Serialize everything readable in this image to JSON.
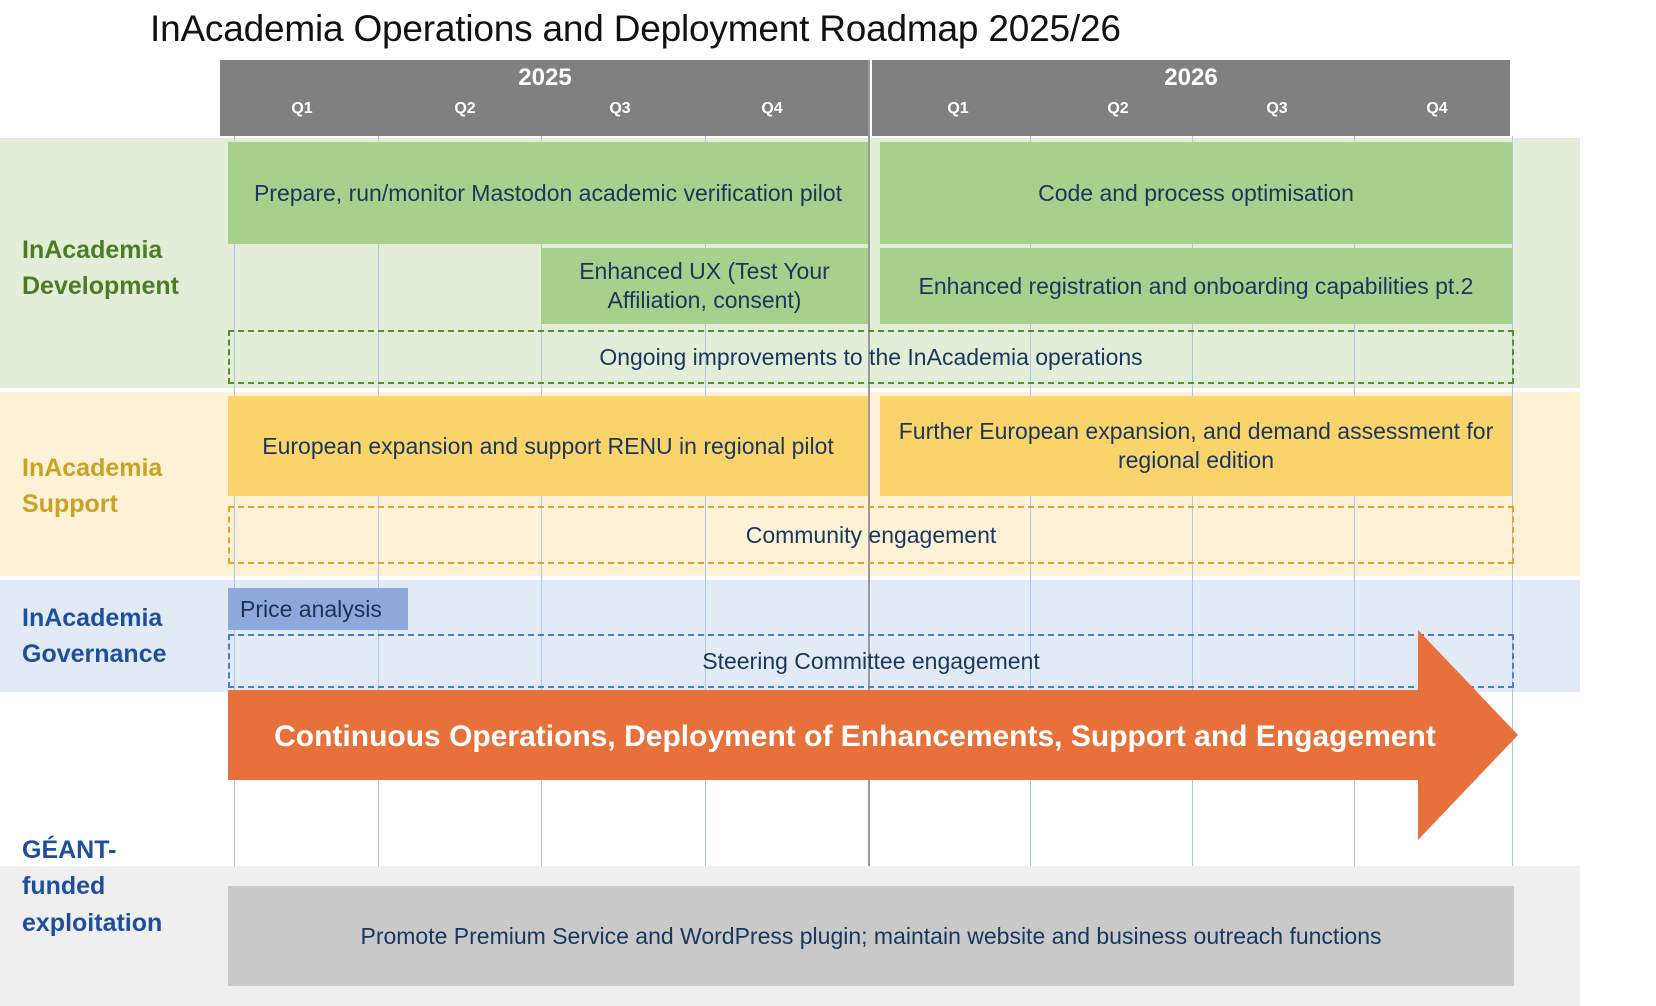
{
  "title": "InAcademia Operations and Deployment Roadmap 2025/26",
  "timeline": {
    "years": [
      {
        "label": "2025",
        "quarters": [
          "Q1",
          "Q2",
          "Q3",
          "Q4"
        ]
      },
      {
        "label": "2026",
        "quarters": [
          "Q1",
          "Q2",
          "Q3",
          "Q4"
        ]
      }
    ]
  },
  "lanes": [
    {
      "key": "dev",
      "label": "InAcademia\nDevelopment",
      "color": "#4b7c26",
      "band": "#e3eed8"
    },
    {
      "key": "sup",
      "label": "InAcademia\nSupport",
      "color": "#c9a227",
      "band": "#fdf2d5"
    },
    {
      "key": "gov",
      "label": "InAcademia\nGovernance",
      "color": "#1f4e9c",
      "band": "#e2eaf5"
    },
    {
      "key": "geant",
      "label": "GÉANT-\nfunded\nexploitation",
      "color": "#1f4e9c",
      "band": "#efefef"
    }
  ],
  "tasks": {
    "dev_mastodon_pilot": "Prepare, run/monitor Mastodon academic verification pilot",
    "dev_code_optimisation": "Code and process optimisation",
    "dev_enhanced_ux": "Enhanced UX (Test Your Affiliation, consent)",
    "dev_enhanced_registration": "Enhanced registration and onboarding capabilities pt.2",
    "dev_ongoing_improvements": "Ongoing improvements to the InAcademia operations",
    "sup_european_expansion": "European expansion and support RENU in regional pilot",
    "sup_further_expansion": "Further European expansion, and demand assessment for regional edition",
    "sup_community_engagement": "Community engagement",
    "gov_price_analysis": "Price analysis",
    "gov_steering_committee": "Steering Committee engagement",
    "continuous_operations": "Continuous Operations, Deployment of Enhancements, Support and Engagement",
    "geant_promote": "Promote Premium Service and WordPress plugin; maintain website and business outreach functions"
  },
  "colors": {
    "header_grey": "#808080",
    "green_bar": "#a9cf8c",
    "yellow_bar": "#fad46b",
    "blue_bar": "#8fa8dc",
    "grey_bar": "#c9c9c9",
    "arrow_orange": "#e8703a",
    "gridline": "#aec6e8",
    "bar_text": "#17375e"
  },
  "chart_data": {
    "type": "gantt",
    "title": "InAcademia Operations and Deployment Roadmap 2025/26",
    "x_axis": {
      "label": "",
      "ticks": [
        "2025 Q1",
        "2025 Q2",
        "2025 Q3",
        "2025 Q4",
        "2026 Q1",
        "2026 Q2",
        "2026 Q3",
        "2026 Q4"
      ],
      "range": [
        "2025-Q1",
        "2026-Q4"
      ]
    },
    "grid": true,
    "legend": "none",
    "lanes": [
      {
        "name": "InAcademia Development",
        "bars": [
          {
            "label": "Prepare, run/monitor Mastodon academic verification pilot",
            "start": "2025-Q1",
            "end": "2025-Q4",
            "style": "solid",
            "color": "#a9cf8c"
          },
          {
            "label": "Code and process optimisation",
            "start": "2026-Q1",
            "end": "2026-Q4",
            "style": "solid",
            "color": "#a9cf8c"
          },
          {
            "label": "Enhanced UX (Test Your Affiliation, consent)",
            "start": "2025-Q3",
            "end": "2025-Q4",
            "style": "solid",
            "color": "#a9cf8c"
          },
          {
            "label": "Enhanced registration and onboarding capabilities pt.2",
            "start": "2026-Q1",
            "end": "2026-Q4",
            "style": "solid",
            "color": "#a9cf8c"
          },
          {
            "label": "Ongoing improvements to the InAcademia operations",
            "start": "2025-Q1",
            "end": "2026-Q4",
            "style": "dashed",
            "color": "#5a8a33"
          }
        ]
      },
      {
        "name": "InAcademia Support",
        "bars": [
          {
            "label": "European expansion and support RENU in regional pilot",
            "start": "2025-Q1",
            "end": "2025-Q4",
            "style": "solid",
            "color": "#fad46b"
          },
          {
            "label": "Further European expansion, and demand assessment for regional edition",
            "start": "2026-Q1",
            "end": "2026-Q4",
            "style": "solid",
            "color": "#fad46b"
          },
          {
            "label": "Community engagement",
            "start": "2025-Q1",
            "end": "2026-Q4",
            "style": "dashed",
            "color": "#eca02c"
          }
        ]
      },
      {
        "name": "InAcademia Governance",
        "bars": [
          {
            "label": "Price analysis",
            "start": "2025-Q1",
            "end": "2025-Q2",
            "style": "solid",
            "color": "#8fa8dc"
          },
          {
            "label": "Steering Committee engagement",
            "start": "2025-Q1",
            "end": "2026-Q4",
            "style": "dashed",
            "color": "#4a7ec4"
          }
        ]
      },
      {
        "name": "Continuous band",
        "bars": [
          {
            "label": "Continuous Operations, Deployment of Enhancements, Support and Engagement",
            "start": "2025-Q1",
            "end": "2026-Q4",
            "style": "arrow",
            "color": "#e8703a"
          }
        ]
      },
      {
        "name": "GÉANT-funded exploitation",
        "bars": [
          {
            "label": "Promote Premium Service and WordPress plugin; maintain website and business outreach functions",
            "start": "2025-Q1",
            "end": "2026-Q4",
            "style": "solid",
            "color": "#c9c9c9"
          }
        ]
      }
    ]
  }
}
